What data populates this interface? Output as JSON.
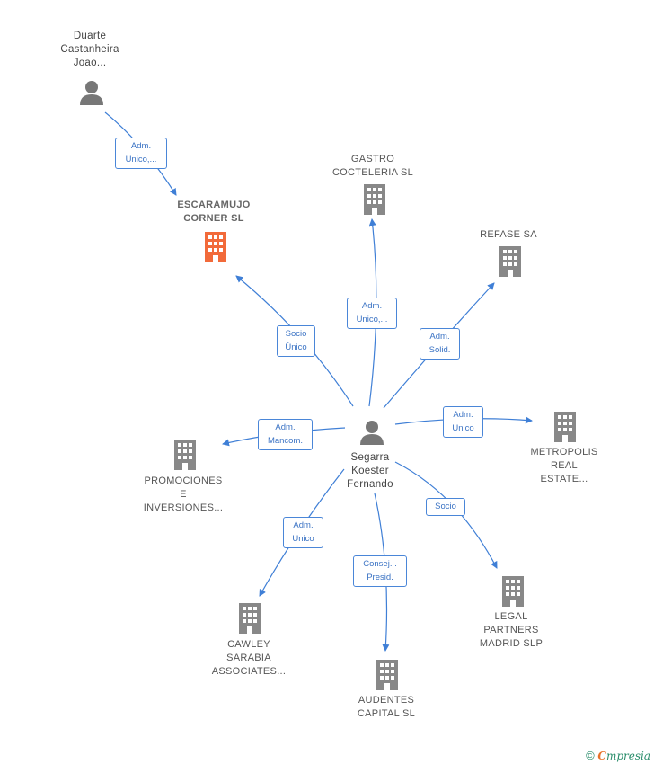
{
  "colors": {
    "edge": "#3f7fd6",
    "building": "#888888",
    "building_focus": "#f26a3a",
    "person": "#777777"
  },
  "nodes": {
    "duarte": {
      "label": "Duarte\nCastanheira\nJoao...",
      "icon": "person-icon"
    },
    "escaramujo": {
      "label": "ESCARAMUJO\nCORNER  SL",
      "icon": "building-icon"
    },
    "gastro": {
      "label": "GASTRO\nCOCTELERIA SL",
      "icon": "building-icon"
    },
    "refase": {
      "label": "REFASE SA",
      "icon": "building-icon"
    },
    "metropolis": {
      "label": "METROPOLIS\nREAL\nESTATE...",
      "icon": "building-icon"
    },
    "segarra": {
      "label": "Segarra\nKoester\nFernando",
      "icon": "person-icon"
    },
    "promociones": {
      "label": "PROMOCIONES\nE\nINVERSIONES...",
      "icon": "building-icon"
    },
    "cawley": {
      "label": "CAWLEY\nSARABIA\nASSOCIATES...",
      "icon": "building-icon"
    },
    "audentes": {
      "label": "AUDENTES\nCAPITAL  SL",
      "icon": "building-icon"
    },
    "legal": {
      "label": "LEGAL\nPARTNERS\nMADRID  SLP",
      "icon": "building-icon"
    }
  },
  "edges": {
    "duarte_escaramujo": "Adm.\nUnico,...",
    "segarra_escaramujo": "Socio\nÚnico",
    "segarra_gastro": "Adm.\nUnico,...",
    "segarra_refase": "Adm.\nSolid.",
    "segarra_metropolis": "Adm.\nUnico",
    "segarra_promociones": "Adm.\nMancom.",
    "segarra_cawley": "Adm.\nUnico",
    "segarra_audentes": "Consej. .\nPresid.",
    "segarra_legal": "Socio"
  },
  "footer": {
    "copyright": "©",
    "brand_initial": "C",
    "brand_rest": "mpresia"
  }
}
